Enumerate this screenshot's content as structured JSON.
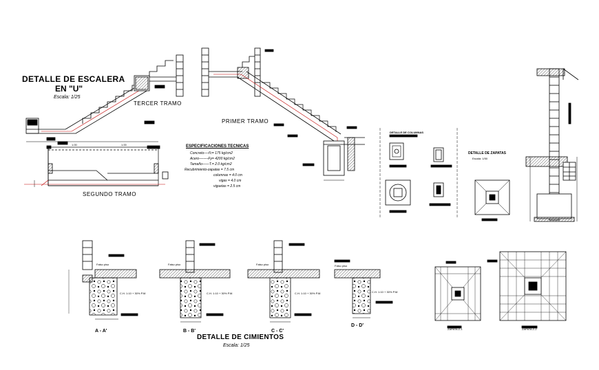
{
  "stair": {
    "title_line1": "DETALLE DE ESCALERA",
    "title_line2": "EN \"U\"",
    "scale": "Escala: 1/25",
    "tercer_tramo": "TERCER TRAMO",
    "primer_tramo": "PRIMER TRAMO",
    "segundo_tramo": "SEGUNDO TRAMO",
    "dim_1": "1.00",
    "dim_2": "1.00"
  },
  "specs": {
    "heading": "ESPECIFICACIONES TECNICAS",
    "lines": [
      "Concreto----f'c= 175 kg/cm2",
      "Acero--------Fy= 4200 kg/cm2",
      "Tamaño------T.= 2.0 kg/cm2",
      "Recubrimiento-zapatas = 7.5 cm",
      "columnas = 4.0 cm",
      "vigas = 4.0 cm",
      "viguetas = 2.5 cm"
    ]
  },
  "columns_detail": {
    "title": "DETALLE DE COLUMNAS"
  },
  "zapatas": {
    "title": "DETALLE DE ZAPATAS",
    "scale": "Escala: 1/50",
    "label_z1": "ZAPATA Z-1",
    "label_z2": "ZAPATA Z-2"
  },
  "cimientos": {
    "title": "DETALLE DE CIMIENTOS",
    "scale": "Escala: 1/25",
    "sections": [
      "A - A'",
      "B - B'",
      "C - C'",
      "D - D'"
    ],
    "piso_label": "Falso piso",
    "mix_label": "C.H. 1:10 + 30% P.M."
  }
}
